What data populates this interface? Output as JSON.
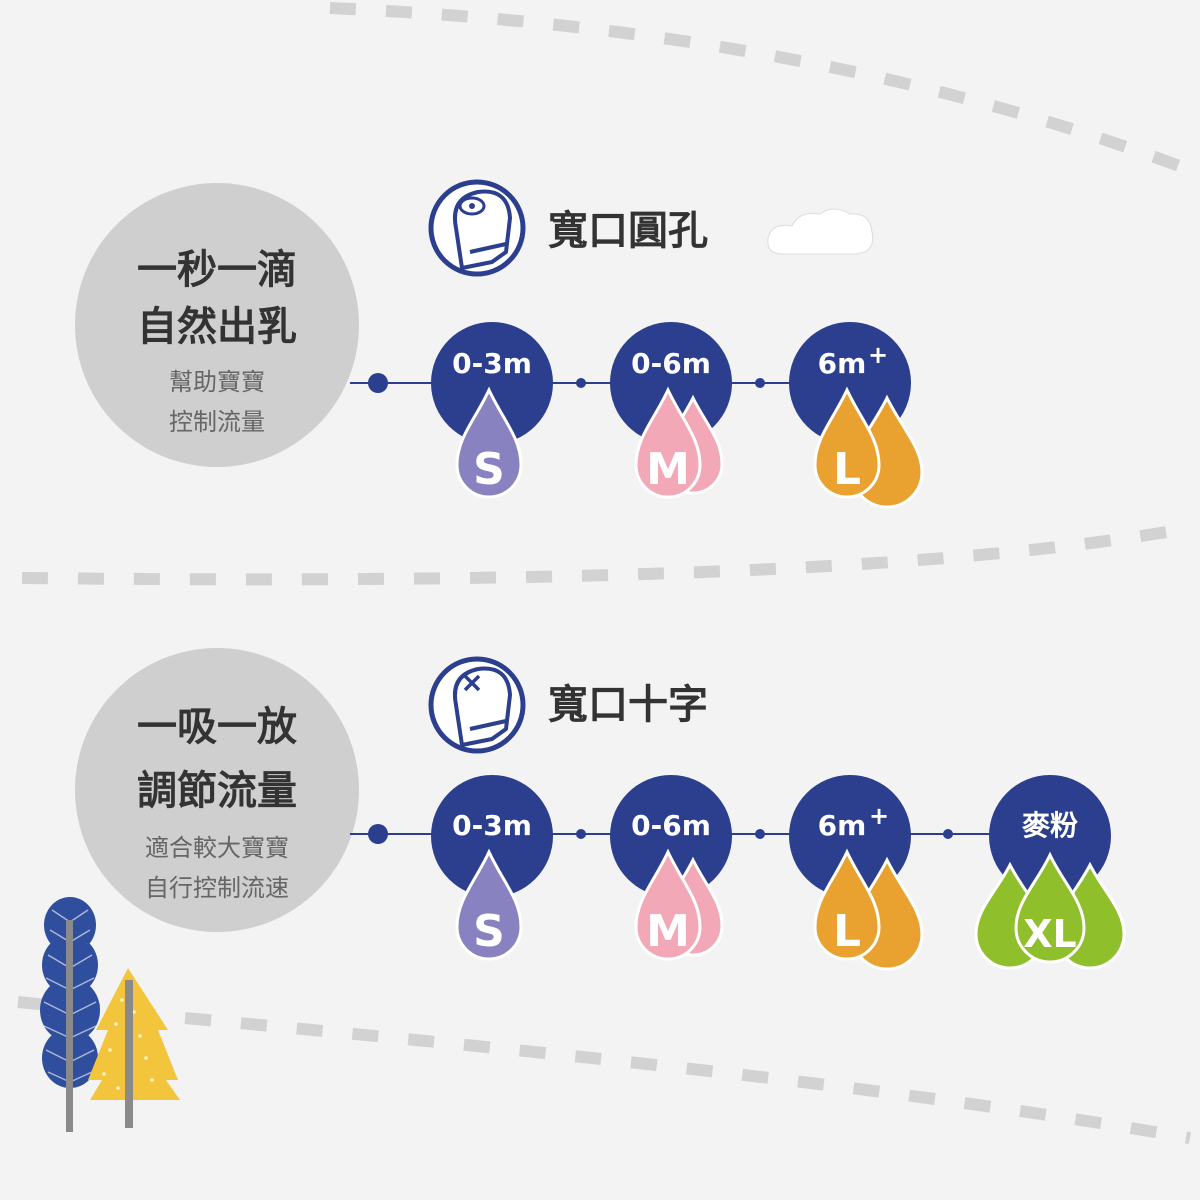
{
  "colors": {
    "background": "#f3f3f3",
    "navy": "#2b3f8e",
    "gray_circle": "#cfcfcf",
    "dash": "#d2d2d2",
    "drop_s": "#8883c0",
    "drop_m": "#f2a8b6",
    "drop_l": "#e9a22f",
    "drop_xl": "#8fbf2a",
    "tree_blue": "#2f4f9e",
    "tree_yellow": "#f3c53c",
    "trunk": "#8a8a8a"
  },
  "sections": [
    {
      "circle": {
        "line1": "一秒一滴",
        "line2": "自然出乳",
        "sub1": "幫助寶寶",
        "sub2": "控制流量"
      },
      "nipple": {
        "icon": "round-hole-nipple-icon",
        "label": "寬口圓孔"
      },
      "sizes": [
        {
          "age": "0-3m",
          "plus": "",
          "size": "S",
          "drops": 1
        },
        {
          "age": "0-6m",
          "plus": "",
          "size": "M",
          "drops": 2
        },
        {
          "age": "6m",
          "plus": "+",
          "size": "L",
          "drops": 2
        }
      ]
    },
    {
      "circle": {
        "line1": "一吸一放",
        "line2": "調節流量",
        "sub1": "適合較大寶寶",
        "sub2": "自行控制流速"
      },
      "nipple": {
        "icon": "cross-cut-nipple-icon",
        "label": "寬口十字"
      },
      "sizes": [
        {
          "age": "0-3m",
          "plus": "",
          "size": "S",
          "drops": 1
        },
        {
          "age": "0-6m",
          "plus": "",
          "size": "M",
          "drops": 2
        },
        {
          "age": "6m",
          "plus": "+",
          "size": "L",
          "drops": 2
        },
        {
          "age": "麥粉",
          "plus": "",
          "size": "XL",
          "drops": 3
        }
      ]
    }
  ]
}
